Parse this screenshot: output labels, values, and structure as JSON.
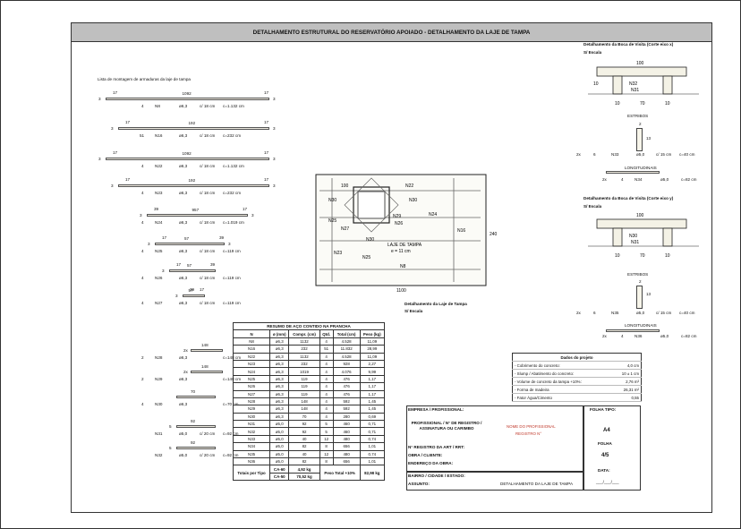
{
  "title": "DETALHAMENTO ESTRUTURAL DO RESERVATÓRIO APOIADO - DETALHAMENTO DA LAJE DE TAMPA",
  "bar_list_title": "Lista de montagem de armaduras da laje de tampa",
  "bars": [
    {
      "hook_l": "17",
      "left": "3",
      "seg": "1092",
      "hook_r": "17",
      "right": "3",
      "qty": "4",
      "id": "N8",
      "dia": "ø6,3",
      "spacing": "c/ 18 cm",
      "length": "c=1.132 cm"
    },
    {
      "hook_l": "17",
      "left": "3",
      "seg": "192",
      "hook_r": "17",
      "right": "3",
      "qty": "51",
      "id": "N16",
      "dia": "ø6,3",
      "spacing": "c/ 18 cm",
      "length": "c=232 cm"
    },
    {
      "hook_l": "17",
      "left": "3",
      "seg": "1092",
      "hook_r": "17",
      "right": "3",
      "qty": "4",
      "id": "N22",
      "dia": "ø6,3",
      "spacing": "c/ 18 cm",
      "length": "c=1.132 cm"
    },
    {
      "hook_l": "17",
      "left": "3",
      "seg": "192",
      "hook_r": "17",
      "right": "3",
      "qty": "4",
      "id": "N23",
      "dia": "ø6,3",
      "spacing": "c/ 18 cm",
      "length": "c=232 cm"
    },
    {
      "hook_l": "39",
      "left": "3",
      "seg": "957",
      "hook_r": "17",
      "right": "3",
      "qty": "4",
      "id": "N24",
      "dia": "ø6,3",
      "spacing": "c/ 18 cm",
      "length": "c=1.019 cm"
    },
    {
      "hook_l": "17",
      "left": "3",
      "seg": "57",
      "hook_r": "39",
      "right": "3",
      "qty": "4",
      "id": "N25",
      "dia": "ø6,3",
      "spacing": "c/ 18 cm",
      "length": "c=119 cm"
    },
    {
      "hook_l": "17",
      "left": "3",
      "seg": "57",
      "hook_r": "39",
      "right": "",
      "qty": "4",
      "id": "N26",
      "dia": "ø6,3",
      "spacing": "c/ 18 cm",
      "length": "c=119 cm"
    },
    {
      "hook_l": "39",
      "left": "3",
      "seg": "57",
      "hook_r": "17",
      "right": "",
      "qty": "4",
      "id": "N27",
      "dia": "ø6,3",
      "spacing": "c/ 18 cm",
      "length": "c=119 cm"
    },
    {
      "hook_l": "",
      "left": "2x",
      "seg": "148",
      "hook_r": "",
      "right": "",
      "qty": "2",
      "id": "N28",
      "dia": "ø6,3",
      "spacing": "",
      "length": "c=148 cm"
    },
    {
      "hook_l": "",
      "left": "2x",
      "seg": "148",
      "hook_r": "",
      "right": "",
      "qty": "2",
      "id": "N29",
      "dia": "ø6,3",
      "spacing": "",
      "length": "c=148 cm"
    },
    {
      "hook_l": "",
      "left": "",
      "seg": "70",
      "hook_r": "",
      "right": "",
      "qty": "4",
      "id": "N30",
      "dia": "ø6,3",
      "spacing": "",
      "length": "c=70 cm"
    },
    {
      "hook_l": "",
      "left": "5",
      "seg": "92",
      "hook_r": "",
      "right": "",
      "qty": "",
      "id": "N31",
      "dia": "ø5,0",
      "spacing": "c/ 20 cm",
      "length": "c=92 cm"
    },
    {
      "hook_l": "",
      "left": "5",
      "seg": "92",
      "hook_r": "",
      "right": "",
      "qty": "",
      "id": "N32",
      "dia": "ø5,0",
      "spacing": "c/ 20 cm",
      "length": "c=92 cm"
    }
  ],
  "slab": {
    "labels": [
      "N22",
      "N30",
      "N30",
      "N25",
      "N26",
      "N27",
      "N29",
      "N24",
      "N16",
      "N23",
      "N25",
      "N30",
      "N8"
    ],
    "dim_top": "100",
    "dim_bottom": "1100",
    "dim_right": "240",
    "center_label": "LAJE DE TAMPA",
    "center_sub": "e = 11 cm",
    "caption": "Detalhamento da Laje de Tampa",
    "caption_sub": "S/ Escala"
  },
  "opening_x": {
    "title": "Detalhamento da Boca de Visita (Corte eixo x)",
    "sub": "S/ Escala",
    "dim_top": "100",
    "dim_left": "10",
    "dims_bottom": [
      "10",
      "70",
      "10"
    ],
    "n_label": "N32",
    "n_label2": "N31",
    "stirrup_title": "ESTRIBOS",
    "stirrup_top": "2",
    "stirrup_side": "13",
    "stirrup_row": {
      "qty": "2x",
      "n": "6",
      "id": "N33",
      "dia": "ø5,0",
      "spacing": "c/ 15 cm",
      "length": "c=40 cm"
    },
    "long_title": "LONGITUDINAIS",
    "long_row": {
      "qty": "2x",
      "n": "4",
      "id": "N34",
      "dia": "ø5,0",
      "length": "c=82 cm"
    }
  },
  "opening_y": {
    "title": "Detalhamento da Boca de Visita (Corte eixo y)",
    "sub": "S/ Escala",
    "dim_top": "100",
    "dims_bottom": [
      "10",
      "70",
      "10"
    ],
    "n_label": "N30",
    "n_label2": "N31",
    "stirrup_title": "ESTRIBOS",
    "stirrup_top": "2",
    "stirrup_side": "13",
    "stirrup_row": {
      "qty": "2x",
      "n": "6",
      "id": "N35",
      "dia": "ø5,0",
      "spacing": "c/ 15 cm",
      "length": "c=40 cm"
    },
    "long_title": "LONGITUDINAIS",
    "long_row": {
      "qty": "2x",
      "n": "4",
      "id": "N36",
      "dia": "ø5,0",
      "length": "c=82 cm"
    }
  },
  "steel_table": {
    "caption": "RESUMO DE AÇO CONTIDO NA PRANCHA",
    "headers": [
      "N",
      "ø (mm)",
      "Compr. (cm)",
      "Qtd.",
      "Total (cm)",
      "Peso (kg)"
    ],
    "rows": [
      [
        "N8",
        "ø6,3",
        "1132",
        "4",
        "4.528",
        "11,09"
      ],
      [
        "N16",
        "ø6,3",
        "232",
        "51",
        "11.832",
        "28,99"
      ],
      [
        "N22",
        "ø6,3",
        "1132",
        "4",
        "4.528",
        "11,09"
      ],
      [
        "N23",
        "ø6,3",
        "232",
        "4",
        "928",
        "2,27"
      ],
      [
        "N24",
        "ø6,3",
        "1019",
        "4",
        "4.076",
        "9,99"
      ],
      [
        "N25",
        "ø6,3",
        "119",
        "4",
        "476",
        "1,17"
      ],
      [
        "N26",
        "ø6,3",
        "119",
        "4",
        "476",
        "1,17"
      ],
      [
        "N27",
        "ø6,3",
        "119",
        "4",
        "476",
        "1,17"
      ],
      [
        "N28",
        "ø6,3",
        "148",
        "4",
        "592",
        "1,45"
      ],
      [
        "N29",
        "ø6,3",
        "148",
        "4",
        "592",
        "1,45"
      ],
      [
        "N30",
        "ø6,3",
        "70",
        "4",
        "280",
        "0,69"
      ],
      [
        "N31",
        "ø5,0",
        "92",
        "5",
        "460",
        "0,71"
      ],
      [
        "N32",
        "ø5,0",
        "92",
        "5",
        "460",
        "0,71"
      ],
      [
        "N33",
        "ø5,0",
        "40",
        "12",
        "480",
        "0,74"
      ],
      [
        "N34",
        "ø5,0",
        "82",
        "8",
        "656",
        "1,01"
      ],
      [
        "N35",
        "ø5,0",
        "40",
        "12",
        "480",
        "0,74"
      ],
      [
        "N36",
        "ø5,0",
        "82",
        "8",
        "656",
        "1,01"
      ]
    ],
    "totals_label": "Totais por Tipo",
    "totals": [
      [
        "CA-60",
        "4,92 kg"
      ],
      [
        "CA-50",
        "70,52 kg"
      ]
    ],
    "peso_total_label": "Peso Total +10%",
    "peso_total": "82,98 kg"
  },
  "project_data": {
    "title": "Dados do projeto",
    "rows": [
      [
        "- Cobrimento do concreto:",
        "4,0 cm"
      ],
      [
        "- Slump / Abatimento do concreto:",
        "10 ± 1 cm"
      ],
      [
        "- Volume de concreto da tampa +10%:",
        "2,76 m³"
      ],
      [
        "- Forma de madeira",
        "26,31 m²"
      ],
      [
        "- Fator Água/Cimento",
        "0,55"
      ]
    ]
  },
  "title_block": {
    "company": "EMPRESA / PROFISSIONAL:",
    "professional": "PROFISSIONAL / N° DE REGISTRO / ASSINATURA OU CARIMBO",
    "sheet_type_label": "FOLHA TIPO:",
    "sheet_type": "A4",
    "prof_name": "NOME DO PROFISSIONAL",
    "prof_reg": "REGISTRO N°",
    "sheet_label": "FOLHA",
    "sheet": "4/5",
    "art": "N° REGISTRO DA ART / RRT:",
    "work": "OBRA / CLIENTE:",
    "address": "ENDEREÇO DA OBRA:",
    "city": "BAIRRO / CIDADE / ESTADO:",
    "subject_label": "ASSUNTO:",
    "subject": "DETALHAMENTO DA LAJE DE TAMPA",
    "date_label": "DATA:",
    "date": "___/___/___"
  }
}
